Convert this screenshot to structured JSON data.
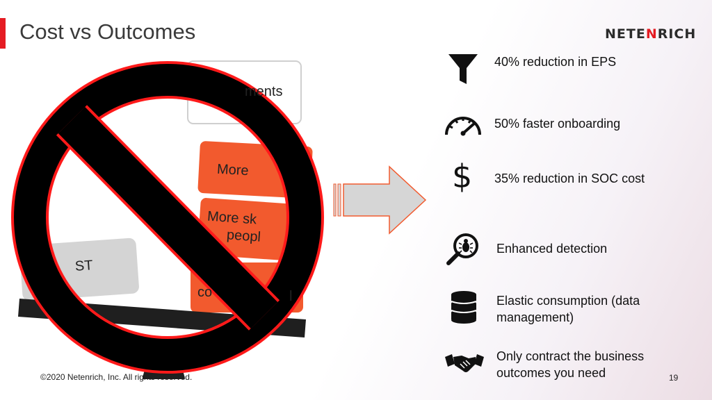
{
  "slide": {
    "title": "Cost vs Outcomes",
    "logo": {
      "left": "NETE",
      "mark": "N",
      "right": "RICH"
    },
    "footer": "©2020 Netenrich, Inc. All rights reserved.",
    "page_number": "19"
  },
  "illustration": {
    "box_top": "ments",
    "box_orange_1": "More",
    "box_orange_2_line1": "More sk",
    "box_orange_2_line2": "peopl",
    "box_orange_3": "co",
    "box_orange_3_tail": "l",
    "box_grey": "ST"
  },
  "outcomes": [
    {
      "icon": "funnel-icon",
      "text": "40% reduction in EPS"
    },
    {
      "icon": "speedometer-icon",
      "text": "50% faster onboarding"
    },
    {
      "icon": "dollar-icon",
      "text": "35% reduction in SOC cost"
    },
    {
      "icon": "bug-search-icon",
      "text": "Enhanced detection"
    },
    {
      "icon": "database-icon",
      "text": "Elastic consumption (data management)"
    },
    {
      "icon": "handshake-icon",
      "text": "Only contract the business outcomes you need"
    }
  ],
  "colors": {
    "accent": "#e51c23",
    "orange": "#f25a2e",
    "grey_box": "#d4d4d4",
    "no_sign_fill": "#000000",
    "no_sign_edge": "#ff1a1a"
  }
}
